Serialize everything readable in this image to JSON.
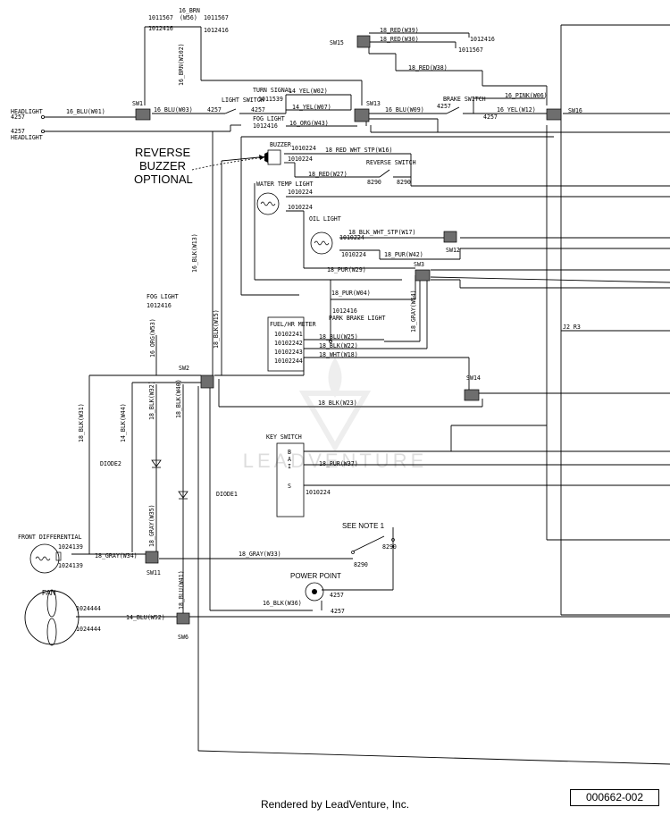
{
  "labels": {
    "w56_part_left": "1011567",
    "w56_part_left2": "1012416",
    "w56_gauge": "16_BRN",
    "w56_code": "(W56)",
    "w56_part_right": "1011567",
    "w56_part_right2": "1012416",
    "w102": "16_BRN(W102)",
    "sw15": "SW15",
    "w39": "18_RED(W39)",
    "w30": "18_RED(W30)",
    "w38": "18_RED(W38)",
    "p1012416_sw15": "1012416",
    "p1011567_sw15": "1011567",
    "headlight_top_a": "HEADLIGHT",
    "headlight_top_b": "4257",
    "w01": "16_BLU(W01)",
    "sw1": "SW1",
    "w03": "16_BLU(W03)",
    "p4257_sw1": "4257",
    "turn_signal": "TURN SIGNAL",
    "p1011539": "1011539",
    "w02": "14_YEL(W02)",
    "light_switch": "LIGHT SWITCH",
    "p4257_ls": "4257",
    "w07": "14_YEL(W07)",
    "sw13": "SW13",
    "w09": "16_BLU(W09)",
    "brake_switch": "BRAKE SWITCH",
    "p4257_brake": "4257",
    "w06": "16_PINK(W06)",
    "p4257_w12": "4257",
    "w12": "16_YEL(W12)",
    "sw16": "SW16",
    "fog_light_top": "FOG LIGHT",
    "p1012416_fog": "1012416",
    "w43": "16_ORG(W43)",
    "headlight_bot_a": "4257",
    "headlight_bot_b": "HEADLIGHT",
    "buzzer": "BUZZER",
    "p1010224_bz1": "1010224",
    "p1010224_bz2": "1010224",
    "w16": "18_RED_WHT_STP(W16)",
    "reverse_note_1": "REVERSE",
    "reverse_note_2": "BUZZER",
    "reverse_note_3": "OPTIONAL",
    "w27": "18_RED(W27)",
    "reverse_switch": "REVERSE SWITCH",
    "p8290_rs1": "8290",
    "p8290_rs2": "8290",
    "water_temp": "WATER TEMP LIGHT",
    "p1010224_wt1": "1010224",
    "p1010224_wt2": "1010224",
    "oil_light": "OIL LIGHT",
    "p1010224_oil1": "1010224",
    "p1010224_oil2": "1010224",
    "w17": "18_BLK_WHT_STP(W17)",
    "sw12": "SW12",
    "w42": "18_PUR(W42)",
    "w29": "18_PUR(W29)",
    "sw3": "SW3",
    "w13": "16_BLK(W13)",
    "w04": "18_PUR(W04)",
    "p1012416_pb": "1012416",
    "park_brake": "PARK BRAKE LIGHT",
    "w54": "18_GRAY(W54)",
    "fog_light_left": "FOG LIGHT",
    "p1012416_fogl": "1012416",
    "w53": "16_ORG(W53)",
    "w15": "18_BLK(W15)",
    "fuel_meter": "FUEL/HR METER",
    "p10102241": "10102241",
    "p10102242": "10102242",
    "p10102243": "10102243",
    "p10102244": "10102244",
    "w25": "18_BLU(W25)",
    "w22": "18_BLK(W22)",
    "w18": "18_WHT(W18)",
    "j2r3": "J2_R3",
    "sw2": "SW2",
    "sw14": "SW14",
    "w31": "18_BLK(W31)",
    "w44": "14_BLK(W44)",
    "w32": "18_BLK(W32)",
    "w40": "18_BLK(W40)",
    "w23": "18_BLK(W23)",
    "key_switch": "KEY SWITCH",
    "ks_b": "B",
    "ks_a": "A",
    "ks_i": "I",
    "ks_s": "S",
    "w37": "18_PUR(W37)",
    "p1010224_ks": "1010224",
    "diode2": "DIODE2",
    "diode1": "DIODE1",
    "w35": "18_GRAY(W35)",
    "see_note": "SEE NOTE 1",
    "p8290_sn": "8290",
    "front_diff": "FRONT DIFFERENTIAL",
    "p1024139_a": "1024139",
    "p1024139_b": "1024139",
    "w34": "18_GRAY(W34)",
    "w33": "18_GRAY(W33)",
    "p8290_w33": "8290",
    "sw11": "SW11",
    "w41": "18_BLU(W41)",
    "power_point": "POWER POINT",
    "p4257_pp1": "4257",
    "p4257_pp2": "4257",
    "w36": "16_BLK(W36)",
    "fan": "FAN",
    "p1024444_a": "1024444",
    "p1024444_b": "1024444",
    "w52": "14_BLU(W52)",
    "sw6": "SW6"
  },
  "watermark_text": "LEADVENTURE",
  "footer": {
    "rendered_by": "Rendered by LeadVenture, Inc.",
    "part_number": "000662-002"
  }
}
